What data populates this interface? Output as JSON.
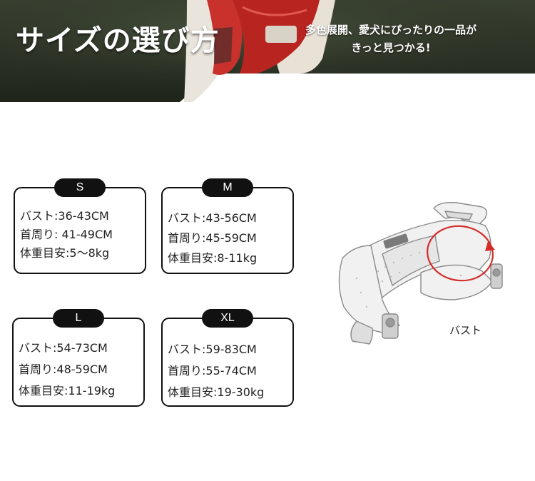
{
  "banner": {
    "title": "サイズの選び方",
    "subtitle_line1": "多色展開、愛犬にぴったりの一品が",
    "subtitle_line2": "きっと見つかる!"
  },
  "sizes": [
    {
      "tag": "S",
      "lines": [
        "バスト:36-43CM",
        "首周り: 41-49CM",
        "体重目安:5〜8kg"
      ]
    },
    {
      "tag": "M",
      "lines": [
        "バスト:43-56CM",
        "首周り:45-59CM",
        "体重目安:8-11kg"
      ]
    },
    {
      "tag": "L",
      "lines": [
        "バスト:54-73CM",
        "首周り:48-59CM",
        "体重目安:11-19kg"
      ]
    },
    {
      "tag": "XL",
      "lines": [
        "バスト:59-83CM",
        "首周り:55-74CM",
        "体重目安:19-30kg"
      ]
    }
  ],
  "illustration": {
    "label": "バスト",
    "accent_color": "#d42a2a"
  },
  "colors": {
    "banner_dark": "#2a2f28",
    "card_border": "#111111",
    "harness_red": "#c8312c"
  }
}
